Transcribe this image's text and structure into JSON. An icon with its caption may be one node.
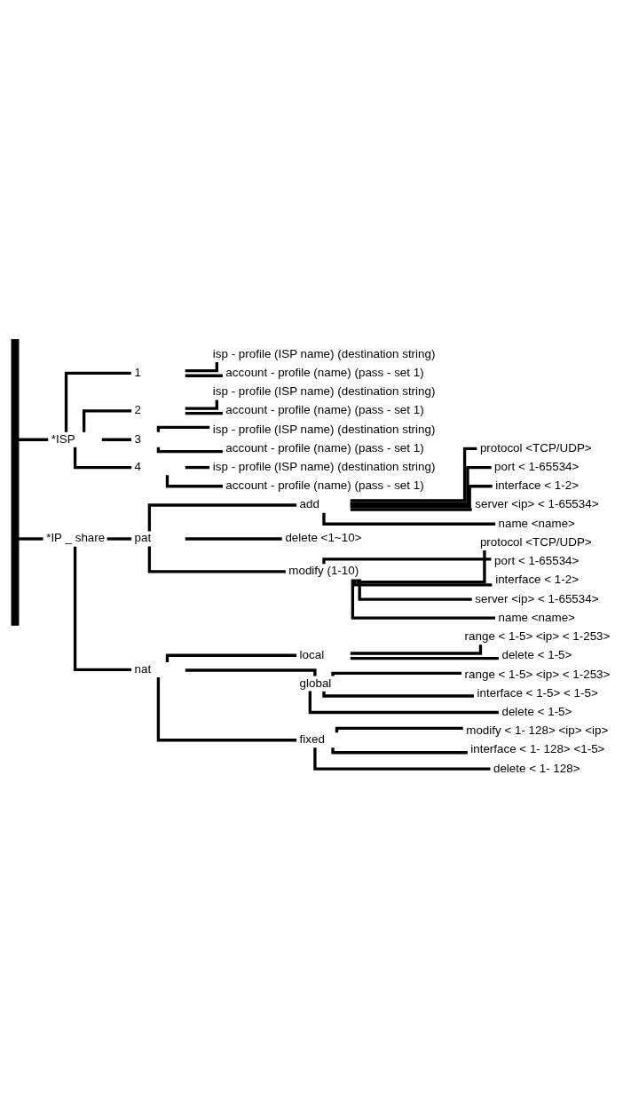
{
  "diagram": {
    "nodes": [
      {
        "text": [],
        "shape": "bar"
      },
      {
        "text": [
          "*ISP"
        ]
      },
      {
        "text": [
          "1"
        ]
      },
      {
        "text": [
          "isp - profile (ISP name) (destination string)"
        ]
      },
      {
        "text": [
          "account - profile (name) (pass - set 1)"
        ]
      },
      {
        "text": [
          "2"
        ]
      },
      {
        "text": [
          "isp - profile (ISP name) (destination string)"
        ]
      },
      {
        "text": [
          "account - profile (name) (pass - set 1)"
        ]
      },
      {
        "text": [
          "3"
        ]
      },
      {
        "text": [
          "isp - profile (ISP name) (destination string)"
        ]
      },
      {
        "text": [
          "account - profile (name) (pass - set 1)"
        ]
      },
      {
        "text": [
          "4"
        ]
      },
      {
        "text": [
          "isp - profile (ISP name) (destination string)"
        ]
      },
      {
        "text": [
          "account - profile (name) (pass - set 1)"
        ]
      },
      {
        "text": [
          "*IP _ share"
        ]
      },
      {
        "text": [
          "pat"
        ]
      },
      {
        "text": [
          "add"
        ]
      },
      {
        "text": [
          "protocol <TCP/UDP>"
        ]
      },
      {
        "text": [
          "port < 1-65534>"
        ]
      },
      {
        "text": [
          "interface < 1-2>"
        ]
      },
      {
        "text": [
          "server <ip> < 1-65534>"
        ]
      },
      {
        "text": [
          "name <name>"
        ]
      },
      {
        "text": [
          "delete <1~10>"
        ]
      },
      {
        "text": [
          "modify (1-10)"
        ]
      },
      {
        "text": [
          "protocol <TCP/UDP>"
        ]
      },
      {
        "text": [
          "port < 1-65534>"
        ]
      },
      {
        "text": [
          "interface < 1-2>"
        ]
      },
      {
        "text": [
          "server <ip> < 1-65534>"
        ]
      },
      {
        "text": [
          "name <name>"
        ]
      },
      {
        "text": [
          "nat"
        ]
      },
      {
        "text": [
          "local"
        ]
      },
      {
        "text": [
          "range < 1-5> <ip> < 1-253>"
        ]
      },
      {
        "text": [
          "delete < 1-5>"
        ]
      },
      {
        "text": [
          "global"
        ]
      },
      {
        "text": [
          "range < 1-5> <ip> < 1-253>"
        ]
      },
      {
        "text": [
          "interface < 1-5> < 1-5>"
        ]
      },
      {
        "text": [
          "delete < 1-5>"
        ]
      },
      {
        "text": [
          "fixed"
        ]
      },
      {
        "text": [
          "modify < 1- 128> <ip> <ip>"
        ]
      },
      {
        "text": [
          "interface < 1- 128> <1-5>"
        ]
      },
      {
        "text": [
          "delete < 1- 128>"
        ]
      }
    ],
    "edges": [
      {
        "from": 0,
        "to": 1,
        "arrow": "none"
      },
      {
        "from": 1,
        "to": 2,
        "arrow": "none"
      },
      {
        "from": 2,
        "to": 3,
        "arrow": "none"
      },
      {
        "from": 2,
        "to": 4,
        "arrow": "none"
      },
      {
        "from": 1,
        "to": 5,
        "arrow": "none"
      },
      {
        "from": 5,
        "to": 6,
        "arrow": "none"
      },
      {
        "from": 5,
        "to": 7,
        "arrow": "none"
      },
      {
        "from": 1,
        "to": 8,
        "arrow": "none"
      },
      {
        "from": 8,
        "to": 9,
        "arrow": "none"
      },
      {
        "from": 8,
        "to": 10,
        "arrow": "none"
      },
      {
        "from": 1,
        "to": 11,
        "arrow": "none"
      },
      {
        "from": 11,
        "to": 12,
        "arrow": "none"
      },
      {
        "from": 11,
        "to": 13,
        "arrow": "none"
      },
      {
        "from": 0,
        "to": 14,
        "arrow": "none"
      },
      {
        "from": 14,
        "to": 15,
        "arrow": "none"
      },
      {
        "from": 15,
        "to": 16,
        "arrow": "none"
      },
      {
        "from": 16,
        "to": 17,
        "arrow": "none"
      },
      {
        "from": 16,
        "to": 18,
        "arrow": "none"
      },
      {
        "from": 16,
        "to": 19,
        "arrow": "none"
      },
      {
        "from": 16,
        "to": 20,
        "arrow": "none"
      },
      {
        "from": 16,
        "to": 21,
        "arrow": "none"
      },
      {
        "from": 15,
        "to": 22,
        "arrow": "none"
      },
      {
        "from": 15,
        "to": 23,
        "arrow": "none"
      },
      {
        "from": 23,
        "to": 24,
        "arrow": "none"
      },
      {
        "from": 23,
        "to": 25,
        "arrow": "none"
      },
      {
        "from": 23,
        "to": 26,
        "arrow": "none"
      },
      {
        "from": 23,
        "to": 27,
        "arrow": "none"
      },
      {
        "from": 23,
        "to": 28,
        "arrow": "none"
      },
      {
        "from": 14,
        "to": 29,
        "arrow": "none"
      },
      {
        "from": 29,
        "to": 30,
        "arrow": "none"
      },
      {
        "from": 30,
        "to": 31,
        "arrow": "none"
      },
      {
        "from": 30,
        "to": 32,
        "arrow": "none"
      },
      {
        "from": 29,
        "to": 33,
        "arrow": "none"
      },
      {
        "from": 33,
        "to": 34,
        "arrow": "none"
      },
      {
        "from": 33,
        "to": 35,
        "arrow": "none"
      },
      {
        "from": 33,
        "to": 36,
        "arrow": "none"
      },
      {
        "from": 29,
        "to": 37,
        "arrow": "none"
      },
      {
        "from": 37,
        "to": 38,
        "arrow": "none"
      },
      {
        "from": 37,
        "to": 39,
        "arrow": "none"
      },
      {
        "from": 37,
        "to": 40,
        "arrow": "none"
      }
    ]
  }
}
